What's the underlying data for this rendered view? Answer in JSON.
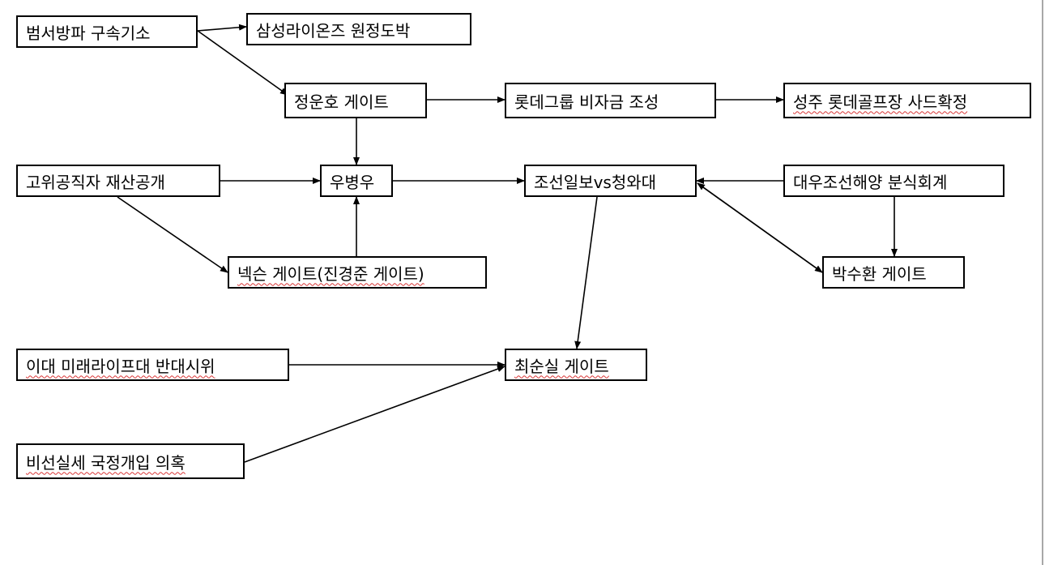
{
  "nodes": [
    {
      "id": "n-beomseo",
      "label": "범서방파 구속기소"
    },
    {
      "id": "n-samsung",
      "label": "삼성라이온즈 원정도박"
    },
    {
      "id": "n-jungunho",
      "label": "정운호 게이트"
    },
    {
      "id": "n-lotte",
      "label": "롯데그룹 비자금 조성"
    },
    {
      "id": "n-seongju",
      "label": "성주 롯데골프장 사드확정"
    },
    {
      "id": "n-gowi",
      "label": "고위공직자 재산공개"
    },
    {
      "id": "n-woo",
      "label": "우병우"
    },
    {
      "id": "n-chosun",
      "label": "조선일보vs청와대"
    },
    {
      "id": "n-daewoo",
      "label": "대우조선해양 분식회계"
    },
    {
      "id": "n-nexon",
      "label": "넥슨 게이트(진경준 게이트)"
    },
    {
      "id": "n-parksuhwan",
      "label": "박수환 게이트"
    },
    {
      "id": "n-ewha",
      "label": "이대 미래라이프대 반대시위"
    },
    {
      "id": "n-choisunsil",
      "label": "최순실 게이트"
    },
    {
      "id": "n-biseon",
      "label": "비선실세 국정개입 의혹"
    }
  ],
  "edges": [
    {
      "from": "n-beomseo",
      "to": "n-samsung"
    },
    {
      "from": "n-beomseo",
      "to": "n-jungunho"
    },
    {
      "from": "n-jungunho",
      "to": "n-lotte"
    },
    {
      "from": "n-lotte",
      "to": "n-seongju"
    },
    {
      "from": "n-jungunho",
      "to": "n-woo"
    },
    {
      "from": "n-gowi",
      "to": "n-woo"
    },
    {
      "from": "n-gowi",
      "to": "n-nexon"
    },
    {
      "from": "n-nexon",
      "to": "n-woo"
    },
    {
      "from": "n-woo",
      "to": "n-chosun"
    },
    {
      "from": "n-daewoo",
      "to": "n-chosun"
    },
    {
      "from": "n-daewoo",
      "to": "n-parksuhwan"
    },
    {
      "from": "n-parksuhwan",
      "to": "n-chosun"
    },
    {
      "from": "n-chosun",
      "to": "n-parksuhwan"
    },
    {
      "from": "n-chosun",
      "to": "n-choisunsil"
    },
    {
      "from": "n-ewha",
      "to": "n-choisunsil"
    },
    {
      "from": "n-biseon",
      "to": "n-choisunsil"
    }
  ]
}
